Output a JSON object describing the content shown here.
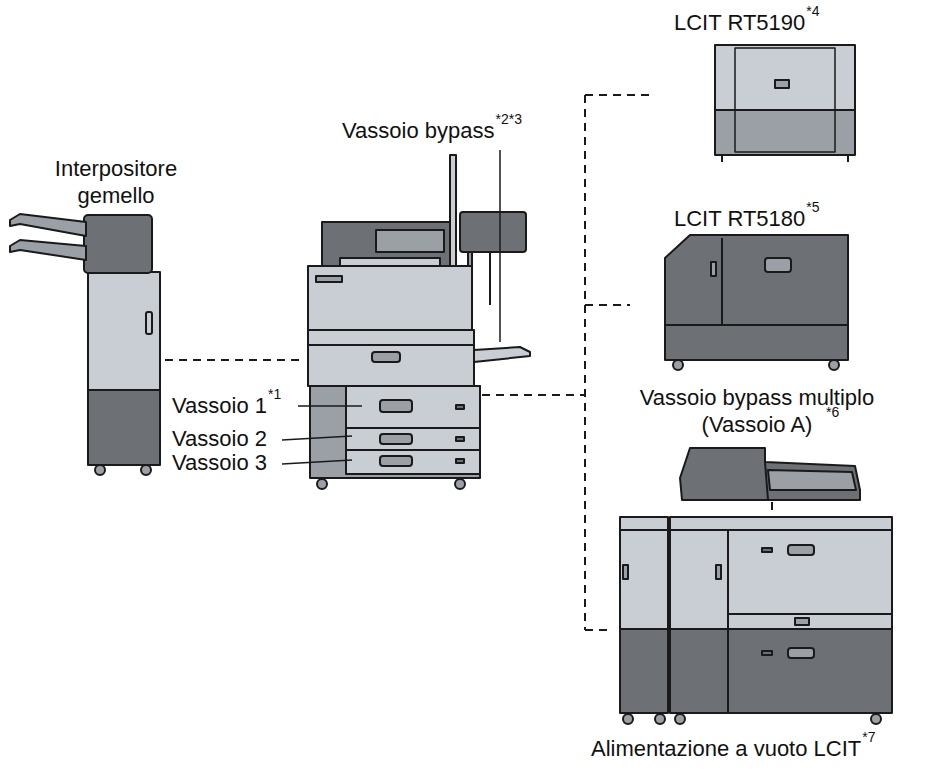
{
  "diagram": {
    "labels": [
      "Interpositore gemello",
      "Vassoio bypass",
      "*2*3",
      "LCIT RT5190",
      "*4",
      "LCIT RT5180",
      "*5",
      "Vassoio 1",
      "*1",
      "Vassoio 2",
      "Vassoio 3",
      "Vassoio bypass multiplo (Vassoio A)",
      "*6",
      "Alimentazione a vuoto LCIT",
      "*7"
    ]
  }
}
